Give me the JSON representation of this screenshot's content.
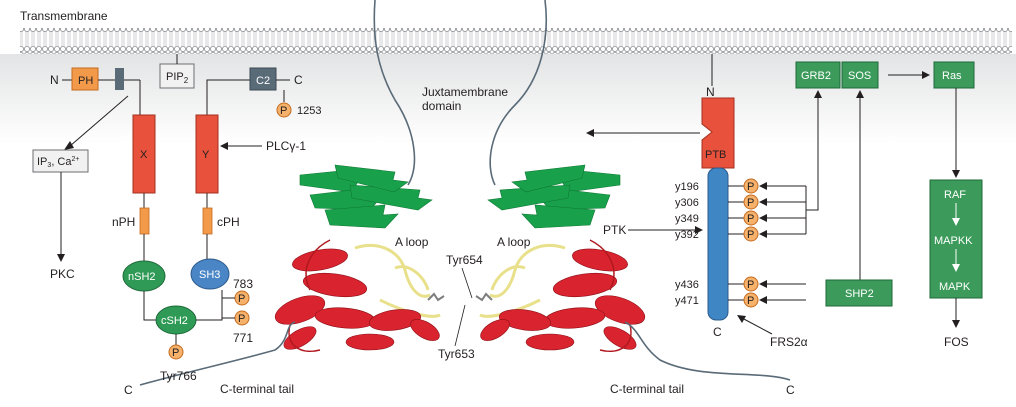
{
  "labels": {
    "transmembrane": "Transmembrane",
    "juxtamembrane_line1": "Juxtamembrane",
    "juxtamembrane_line2": "domain",
    "a_loop_left": "A loop",
    "a_loop_right": "A loop",
    "tyr654": "Tyr654",
    "tyr653": "Tyr653",
    "c_terminal_tail_left": "C-terminal tail",
    "c_terminal_tail_right": "C-terminal tail",
    "c_left": "C",
    "c_right": "C"
  },
  "plc": {
    "n_label": "N",
    "ph": "PH",
    "pip2": "PIP",
    "pip2_sub": "2",
    "c2": "C2",
    "c_label": "C",
    "p1253": "1253",
    "x": "X",
    "y": "Y",
    "plcg1": "PLCγ-1",
    "ip3_ca": "IP",
    "ip3_sub": "3",
    "ca_text": ", Ca",
    "ca_sup": "2+",
    "pkc": "PKC",
    "nph": "nPH",
    "cph": "cPH",
    "nsh2": "nSH2",
    "sh3": "SH3",
    "csh2": "cSH2",
    "p783": "783",
    "p771": "771",
    "tyr766": "Tyr766",
    "p_symbol": "P"
  },
  "frs": {
    "n_label": "N",
    "ptb": "PTB",
    "c_label": "C",
    "ptk": "PTK",
    "frs2a": "FRS2α",
    "sites": [
      "y196",
      "y306",
      "y349",
      "y392",
      "y436",
      "y471"
    ],
    "grb2": "GRB2",
    "sos": "SOS",
    "ras": "Ras",
    "shp2": "SHP2",
    "raf": "RAF",
    "mapkk": "MAPKK",
    "mapk": "MAPK",
    "fos": "FOS"
  },
  "colors": {
    "red_domain": "#e8513b",
    "orange_domain": "#f39a4a",
    "green_sh2": "#2f9a55",
    "blue_sh3": "#4a86c5",
    "blue_frs": "#3f86c4",
    "green_box": "#3c9b5a",
    "grey_box": "#5a6b78",
    "p_circle": "#f6b26b",
    "membrane_bg": "#e6e7e8",
    "helix_red": "#d9232e",
    "sheet_green": "#18a14a",
    "loop_yellow": "#e8e08a"
  }
}
